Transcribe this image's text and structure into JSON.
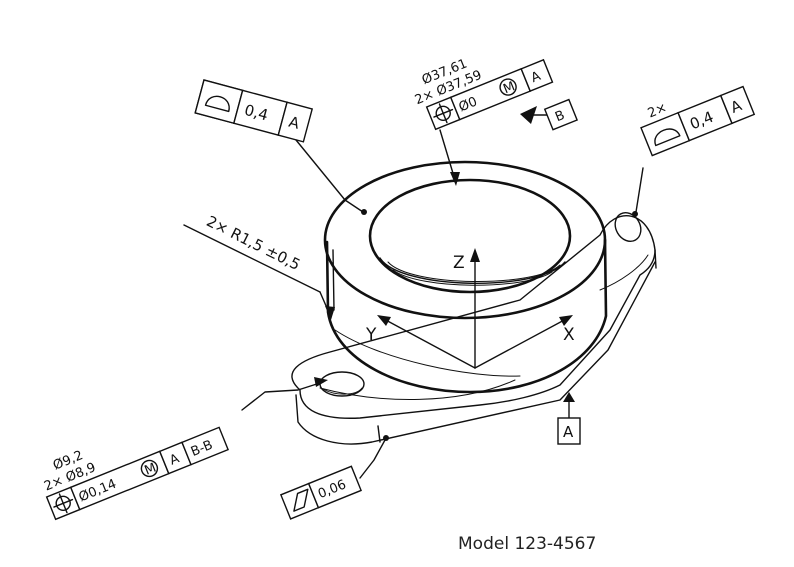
{
  "caption": "Model 123-4567",
  "axes": {
    "z": "Z",
    "y": "Y",
    "x": "X"
  },
  "callouts": {
    "profile_top_left": {
      "tolerance": "0,4",
      "datum": "A",
      "symbol": "profile-of-surface-icon"
    },
    "bore": {
      "size_top": "Ø37,61",
      "size_bottom": "2× Ø37,59",
      "tolerance": "Ø0",
      "modifier": "M",
      "datum": "A",
      "datum_feature": "B",
      "symbol": "position-icon"
    },
    "profile_right": {
      "prefix": "2×",
      "tolerance": "0,4",
      "datum": "A",
      "symbol": "profile-of-surface-icon"
    },
    "radius": "2× R1,5  ±0,5",
    "holes": {
      "size_top": "Ø9,2",
      "size_bottom": "2× Ø8,9",
      "tolerance": "Ø0,14",
      "modifier": "M",
      "datum1": "A",
      "datum2": "B-B",
      "symbol": "position-icon"
    },
    "flatness": {
      "tolerance": "0,06",
      "symbol": "flatness-icon"
    },
    "datum_a": "A"
  }
}
